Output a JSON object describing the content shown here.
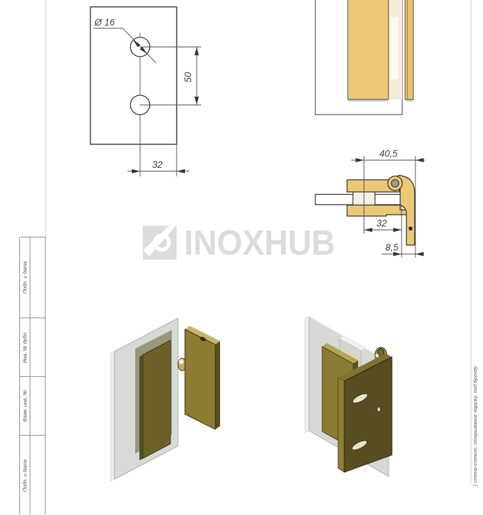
{
  "watermark": {
    "brand": "INOXHUB"
  },
  "side_note": {
    "text": ") стена-стекло, открывание наружу, под Бронзу"
  },
  "title_block": {
    "rows": [
      {
        "label": "Подп. и дата"
      },
      {
        "label": "Инв. № дубл."
      },
      {
        "label": "Взам. инв. №"
      },
      {
        "label": "Подп. и дата"
      }
    ]
  },
  "views": {
    "front": {
      "dims": {
        "hole_diameter": "Ø 16",
        "hole_spacing": "50",
        "hole_edge_offset": "32"
      }
    },
    "profile": {
      "dims": {
        "total_depth": "40,5",
        "glass_inset": "32",
        "wall_gap": "8,5"
      }
    }
  },
  "colors": {
    "brass": "#ecc877",
    "brass_dark": "#6b6128",
    "glass": "#c9cec9",
    "watermark_gray": "#dcdcdc"
  }
}
